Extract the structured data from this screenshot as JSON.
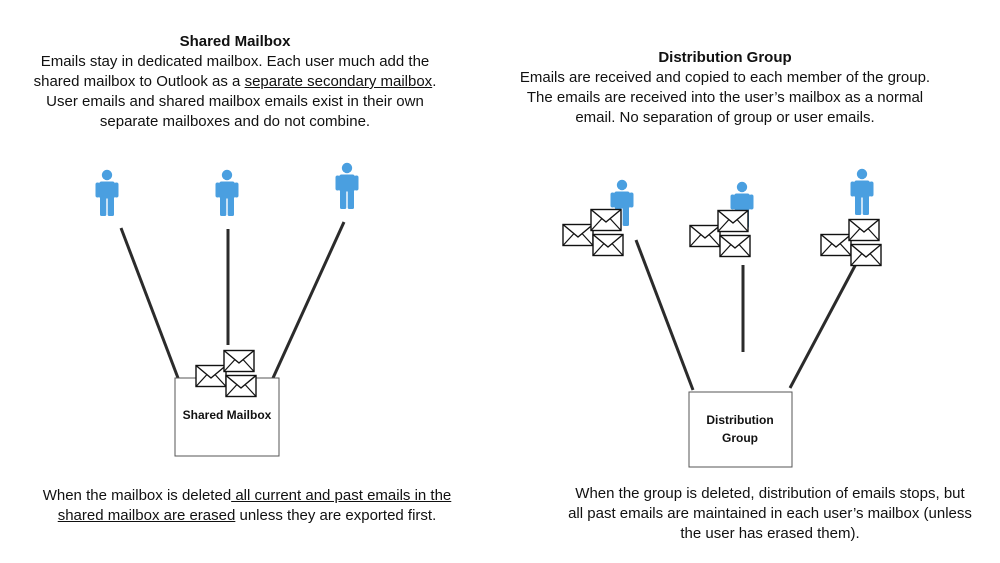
{
  "shared": {
    "heading": "Shared Mailbox",
    "line1": "Emails stay in dedicated mailbox. Each user much add the",
    "line2_pre": "shared mailbox to Outlook as a ",
    "line2_link": "separate secondary mailbox",
    "line2_post": ".",
    "line3": "User emails and shared mailbox emails exist in their own",
    "line4": "separate mailboxes and do not combine.",
    "box_label": "Shared Mailbox",
    "footer1_pre": "When the mailbox is deleted",
    "footer1_u": " all current and past emails in the",
    "footer2_u": "shared mailbox are erased",
    "footer2_post": " unless they are exported first."
  },
  "distribution": {
    "heading": "Distribution Group",
    "line1": "Emails are received and copied to each member of the group.",
    "line2": "The emails are received into the user’s mailbox as a normal",
    "line3": "email. No separation of group or user emails.",
    "box_label_1": "Distribution",
    "box_label_2": "Group",
    "footer1": "When the group is deleted, distribution of emails stops, but",
    "footer2": "all past emails are maintained in each user’s mailbox (unless",
    "footer3": "the user has erased them)."
  },
  "colors": {
    "user_icon": "#4a9fe0",
    "line": "#2b2b2b",
    "box_border": "#555555",
    "box_fill": "#ffffff"
  },
  "icons": [
    "user-icon",
    "envelope-icon"
  ]
}
